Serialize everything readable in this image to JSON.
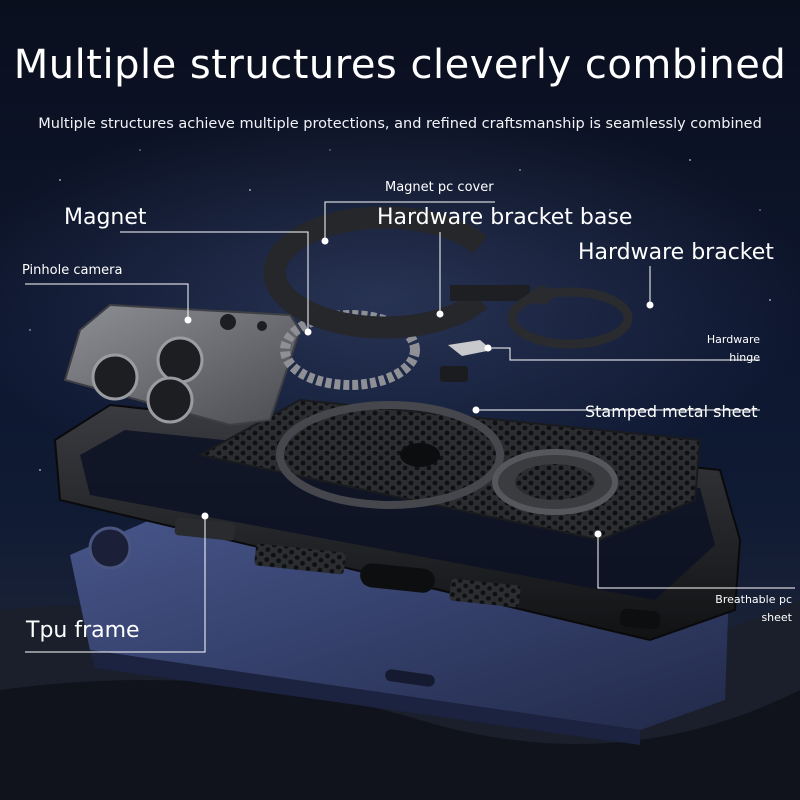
{
  "headline": "Multiple structures cleverly combined",
  "subline": "Multiple structures achieve multiple protections, and refined craftsmanship is seamlessly combined",
  "callouts": {
    "magnet_pc_cover": "Magnet pc cover",
    "magnet": "Magnet",
    "hardware_bracket_base": "Hardware bracket base",
    "hardware_bracket": "Hardware bracket",
    "pinhole_camera": "Pinhole camera",
    "hardware_hinge_line1": "Hardware",
    "hardware_hinge_line2": "hinge",
    "stamped_metal_sheet": "Stamped metal sheet",
    "tpu_frame": "Tpu frame",
    "breathable_pc_sheet_line1": "Breathable pc",
    "breathable_pc_sheet_line2": "sheet"
  },
  "colors": {
    "sky_top": "#0a0f1e",
    "sky_mid": "#0f1a33",
    "phone_body": "#2e3b66",
    "case_dark": "#1c1d21",
    "metal_grey": "#6e7075",
    "leader_line": "#ffffff"
  }
}
